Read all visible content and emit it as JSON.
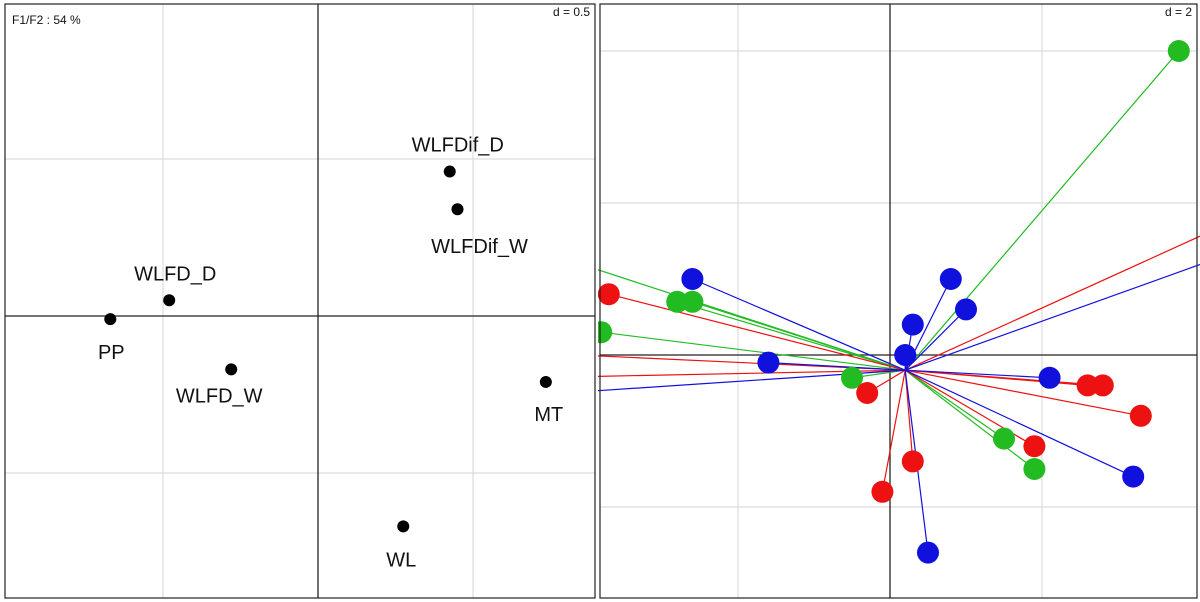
{
  "chart_data": [
    {
      "type": "scatter",
      "title": "F1/F2 : 54 %",
      "grid_label": "d = 0.5",
      "grid": true,
      "points": [
        {
          "label": "WLFDif_D",
          "x": 0.85,
          "y": 0.92
        },
        {
          "label": "WLFDif_W",
          "x": 0.9,
          "y": 0.68
        },
        {
          "label": "WLFD_D",
          "x": -0.96,
          "y": 0.1
        },
        {
          "label": "PP",
          "x": -1.34,
          "y": -0.02
        },
        {
          "label": "WLFD_W",
          "x": -0.56,
          "y": -0.34
        },
        {
          "label": "MT",
          "x": 1.47,
          "y": -0.42
        },
        {
          "label": "WL",
          "x": 0.55,
          "y": -1.34
        }
      ]
    },
    {
      "type": "scatter",
      "grid_label": "d = 2",
      "grid": true,
      "center": {
        "x": 0.2,
        "y": -0.2
      },
      "series": [
        {
          "color": "#22bb22",
          "points": [
            {
              "x": 3.8,
              "y": 4.0
            },
            {
              "x": -5.0,
              "y": 1.5
            },
            {
              "x": -2.8,
              "y": 0.7
            },
            {
              "x": -2.6,
              "y": 0.7
            },
            {
              "x": -3.8,
              "y": 0.3
            },
            {
              "x": -0.5,
              "y": -0.3
            },
            {
              "x": 1.5,
              "y": -1.1
            },
            {
              "x": 1.9,
              "y": -1.5
            }
          ]
        },
        {
          "color": "#ee1111",
          "points": [
            {
              "x": 4.6,
              "y": 1.8
            },
            {
              "x": -3.7,
              "y": 0.8
            },
            {
              "x": -4.1,
              "y": 0.0
            },
            {
              "x": -4.8,
              "y": -0.3
            },
            {
              "x": -0.3,
              "y": -0.5
            },
            {
              "x": 2.6,
              "y": -0.4
            },
            {
              "x": 2.8,
              "y": -0.4
            },
            {
              "x": 3.3,
              "y": -0.8
            },
            {
              "x": 1.9,
              "y": -1.2
            },
            {
              "x": 0.3,
              "y": -1.4
            },
            {
              "x": -0.1,
              "y": -1.8
            }
          ]
        },
        {
          "color": "#1111dd",
          "points": [
            {
              "x": 5.5,
              "y": 1.7
            },
            {
              "x": -2.6,
              "y": 1.0
            },
            {
              "x": 0.8,
              "y": 1.0
            },
            {
              "x": 1.0,
              "y": 0.6
            },
            {
              "x": 0.3,
              "y": 0.4
            },
            {
              "x": 0.2,
              "y": 0.0
            },
            {
              "x": -1.6,
              "y": -0.1
            },
            {
              "x": -4.3,
              "y": -0.5
            },
            {
              "x": 2.1,
              "y": -0.3
            },
            {
              "x": 3.2,
              "y": -1.6
            },
            {
              "x": 0.5,
              "y": -2.6
            }
          ]
        }
      ]
    }
  ]
}
